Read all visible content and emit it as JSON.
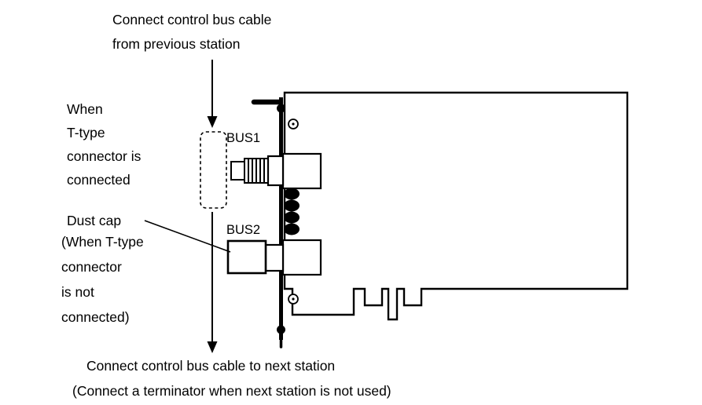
{
  "page": {
    "background": "#ffffff",
    "ink": "#000000"
  },
  "annotations": {
    "top_note": "Connect control bus cable\nfrom previous station",
    "t_connected_note": "When\nT-type\nconnector is\nconnected",
    "dust_cap_label": "Dust cap",
    "dust_cap_note": "(When T-type\nconnector\nis not\nconnected)",
    "bottom_note_line1": "Connect control bus cable to next station",
    "bottom_note_line2": "(Connect a terminator when next station is not used)"
  },
  "connectors": {
    "bus1_label": "BUS1",
    "bus2_label": "BUS2"
  }
}
